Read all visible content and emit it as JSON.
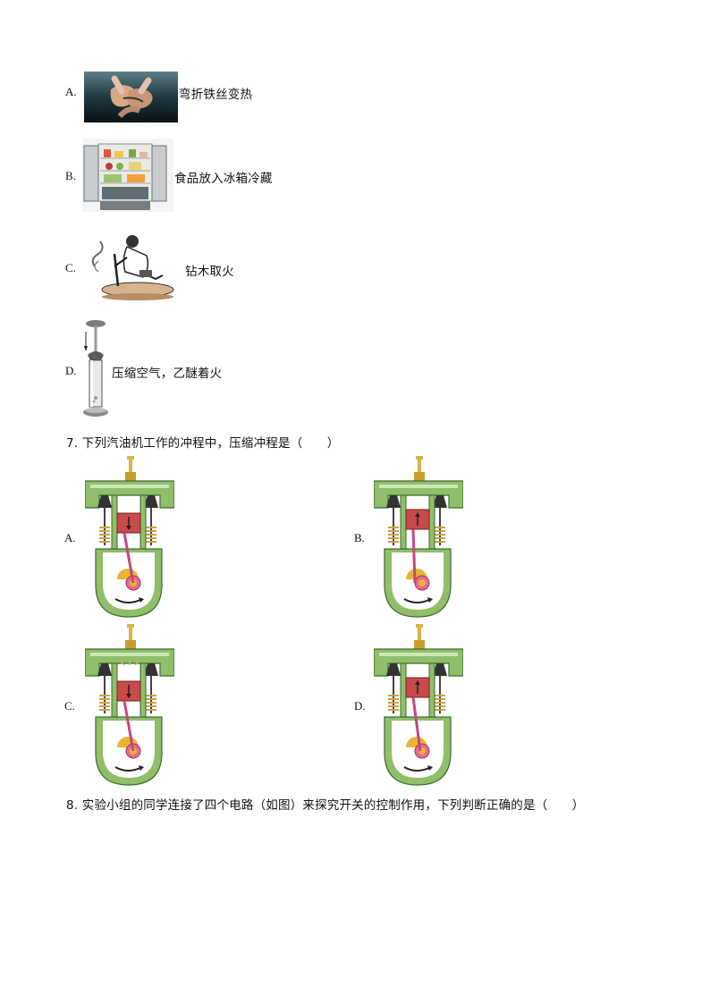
{
  "q6": {
    "options": [
      {
        "letter": "A.",
        "text": "弯折铁丝变热"
      },
      {
        "letter": "B.",
        "text": "食品放入冰箱冷藏"
      },
      {
        "letter": "C.",
        "text": "钻木取火"
      },
      {
        "letter": "D.",
        "text": "压缩空气，乙醚着火"
      }
    ]
  },
  "q7": {
    "stem": "7.  下列汽油机工作的冲程中，压缩冲程是（　　）",
    "options": [
      {
        "letter": "A."
      },
      {
        "letter": "B."
      },
      {
        "letter": "C."
      },
      {
        "letter": "D."
      }
    ]
  },
  "q8": {
    "stem": "8.  实验小组的同学连接了四个电路（如图）来探究开关的控制作用，下列判断正确的是（　　）"
  }
}
